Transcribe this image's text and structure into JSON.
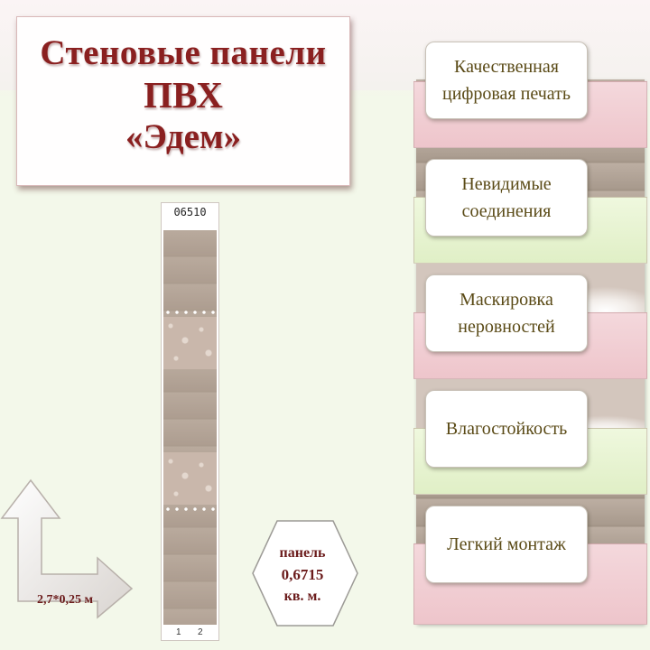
{
  "title": {
    "line1": "Стеновые  панели",
    "line2": "ПВХ",
    "line3": "«Эдем»"
  },
  "panel": {
    "code": "06510",
    "num1": "1",
    "num2": "2"
  },
  "dimensions": "2,7*0,25 м",
  "area": {
    "line1": "панель",
    "line2": "0,6715",
    "line3": "кв. м."
  },
  "features": [
    {
      "line1": "Качественная",
      "line2": "цифровая печать"
    },
    {
      "line1": "Невидимые",
      "line2": "соединения"
    },
    {
      "line1": "Маскировка",
      "line2": "неровностей"
    },
    {
      "line1": "Влагостойкость",
      "line2": ""
    },
    {
      "line1": "Легкий монтаж",
      "line2": ""
    }
  ],
  "colors": {
    "title_text": "#8a2020",
    "label_text": "#6b1b1b",
    "card_text": "#5a4a16",
    "tile_pink": "#eec5cb",
    "tile_green": "#e0efc6",
    "panel_base": "#b9aa9d"
  }
}
